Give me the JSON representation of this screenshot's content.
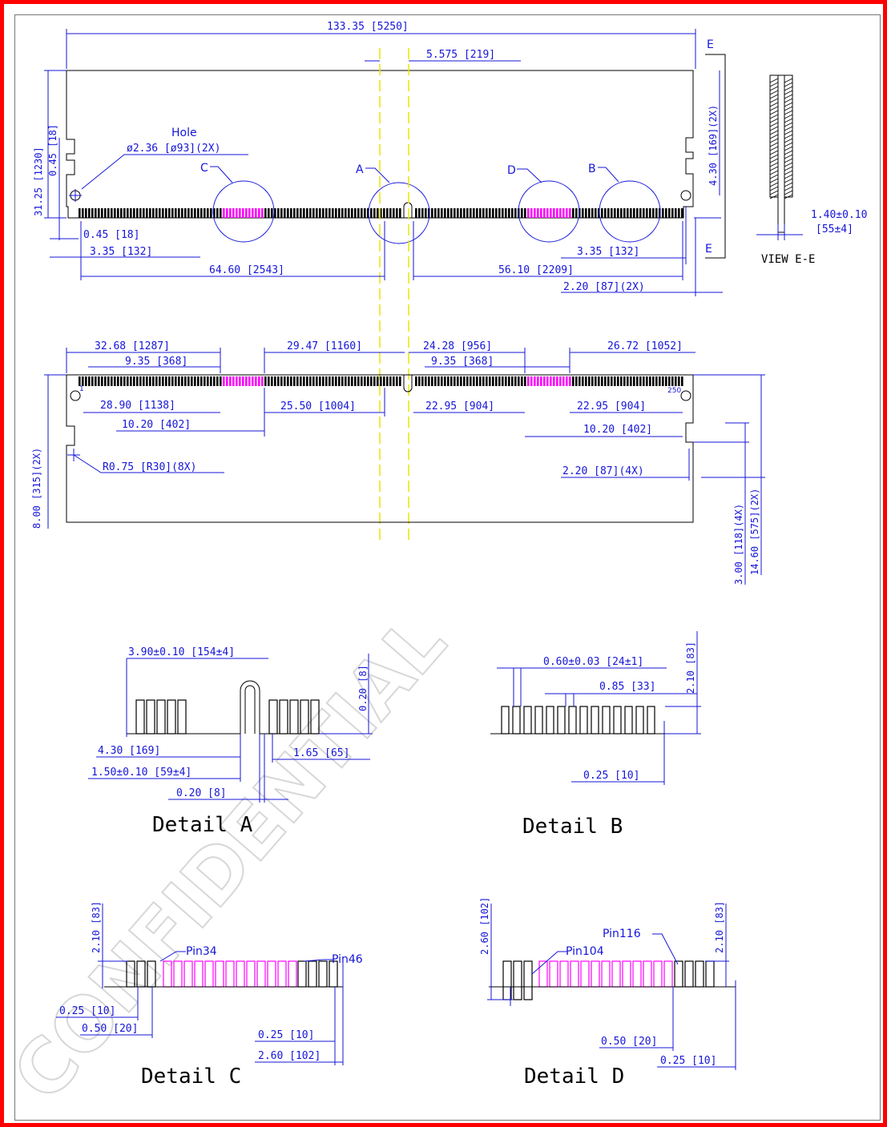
{
  "dims_top": {
    "overall": "133.35 [5250]",
    "key_offset": "5.575 [219]",
    "height_total": "31.25 [1230]",
    "notch_a": "0.45 [18]",
    "notch_right": "4.30 [169](2X)",
    "hole_dia": "ø2.36 [ø93](2X)",
    "tab_edge": "0.45 [18]",
    "hole_x_left": "3.35 [132]",
    "left_to_key": "64.60 [2543]",
    "hole_x_right": "3.35 [132]",
    "right_to_key": "56.10 [2209]",
    "edge_right": "2.20 [87](2X)"
  },
  "labels_top": {
    "hole": "Hole",
    "A": "A",
    "B": "B",
    "C": "C",
    "D": "D",
    "E1": "E",
    "E2": "E"
  },
  "view_e": {
    "title": "VIEW E-E",
    "thickness": "1.40±0.10",
    "thickness_mil": "[55±4]"
  },
  "dims_mid": {
    "d1": "32.68 [1287]",
    "d2": "9.35 [368]",
    "d3": "29.47 [1160]",
    "d4": "24.28 [956]",
    "d5": "9.35 [368]",
    "d6": "26.72 [1052]",
    "d7": "28.90 [1138]",
    "d8": "10.20 [402]",
    "d9": "25.50 [1004]",
    "d10": "22.95 [904]",
    "d11": "22.95 [904]",
    "d12": "10.20 [402]",
    "radius": "R0.75 [R30](8X)",
    "edge4x": "2.20 [87](4X)",
    "left_v": "8.00 [315](2X)",
    "right_v1": "3.00 [118](4X)",
    "right_v2": "14.60 [575](2X)",
    "pin_small_left": "1",
    "pin_small_right": "250"
  },
  "detail_a": {
    "title": "Detail  A",
    "w": "3.90±0.10 [154±4]",
    "h": "0.20 [8]",
    "d1": "4.30 [169]",
    "d2": "1.65 [65]",
    "d3": "1.50±0.10 [59±4]",
    "d4": "0.20 [8]"
  },
  "detail_b": {
    "title": "Detail  B",
    "pitch_w": "0.60±0.03 [24±1]",
    "h": "2.10 [83]",
    "pitch": "0.85 [33]",
    "gap": "0.25 [10]"
  },
  "detail_c": {
    "title": "Detail  C",
    "h": "2.10 [83]",
    "pin_a": "Pin34",
    "pin_b": "Pin46",
    "d1": "0.25 [10]",
    "d2": "0.50 [20]",
    "d3": "0.25 [10]",
    "d4": "2.60 [102]"
  },
  "detail_d": {
    "title": "Detail  D",
    "h_left": "2.60 [102]",
    "h_right": "2.10 [83]",
    "pin_a": "Pin104",
    "pin_b": "Pin116",
    "d1": "0.50 [20]",
    "d2": "0.25 [10]"
  },
  "watermark": "CONFIDENTIAL",
  "colors": {
    "frame": "#ff0000",
    "dimension": "#1515d8",
    "centerline": "#e8e800",
    "highlight_pins": "#ff00ff",
    "outline": "#000000",
    "watermark": "#bdbdbd"
  }
}
